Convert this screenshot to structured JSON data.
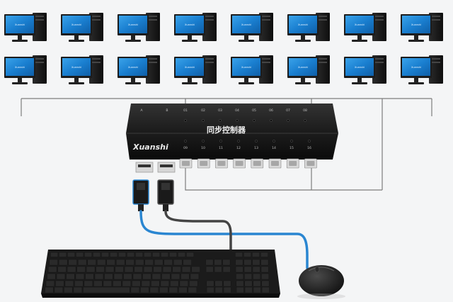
{
  "device": {
    "brand": "Xuanshi",
    "name_cn": "同步控制器",
    "top_labels": [
      "A",
      "B",
      "01",
      "02",
      "03",
      "04",
      "05",
      "06",
      "07",
      "08"
    ],
    "bottom_labels": [
      "09",
      "10",
      "11",
      "12",
      "13",
      "14",
      "15",
      "16"
    ],
    "usb_b_port_count": 8,
    "usb_a_port_count": 2
  },
  "computers": {
    "rows": 2,
    "per_row": 8,
    "screen_text": "Xuanshi"
  },
  "colors": {
    "background": "#f4f5f6",
    "device_body": "#161616",
    "device_top": "#2a2a2a",
    "monitor_screen": "#1a7fd0",
    "monitor_frame": "#1c1c1c",
    "cable_blue": "#2a86d1",
    "cable_gray": "#444444",
    "line": "#7d7d7d",
    "keyboard": "#1b1b1b"
  }
}
